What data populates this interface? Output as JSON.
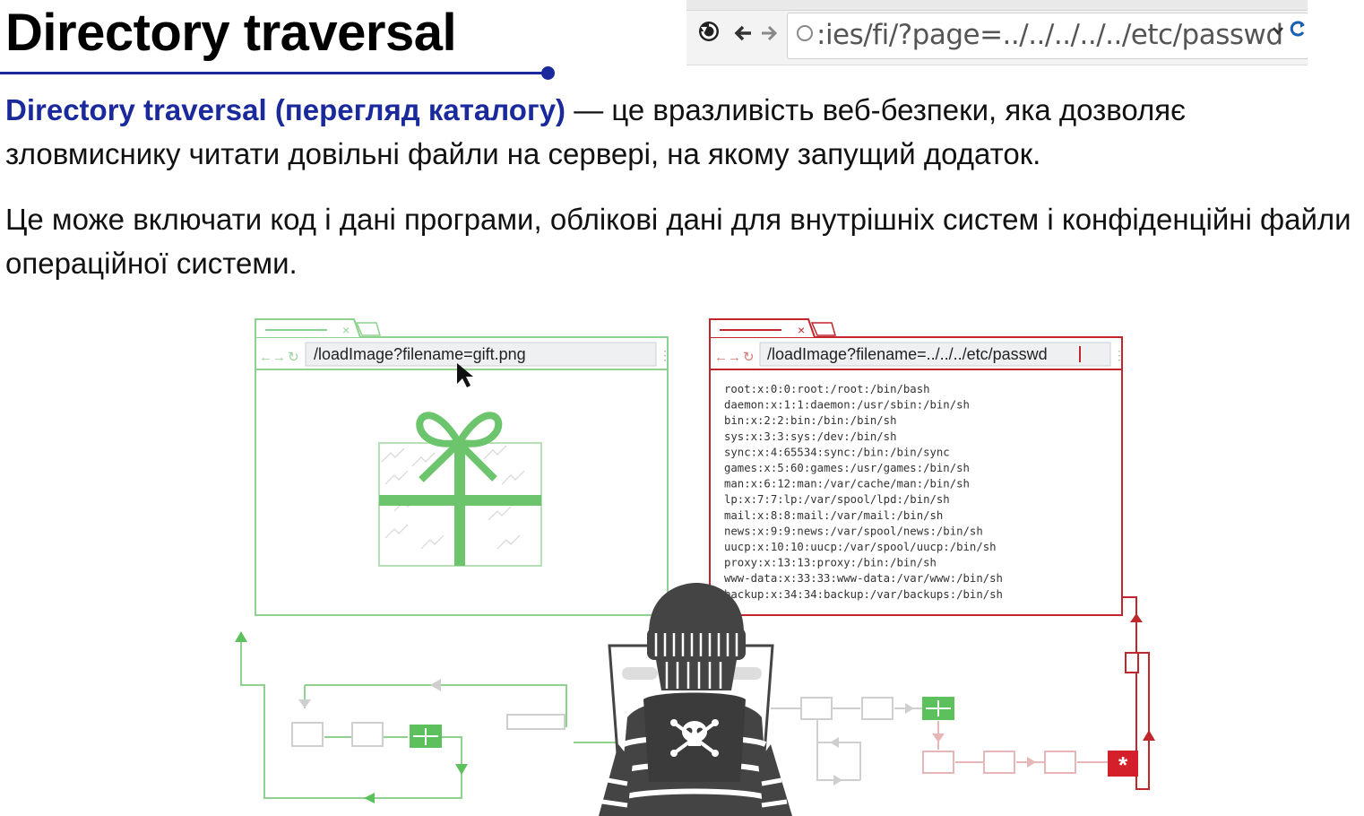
{
  "heading": {
    "title": "Directory traversal"
  },
  "browser_screenshot": {
    "url": ":ies/fi/?page=../../../../../etc/passwd",
    "back_icon": "arrow-left-icon",
    "forward_icon": "arrow-right-icon",
    "reload_icon": "reload-icon"
  },
  "paragraphs": [
    {
      "term": "Directory traversal (перегляд каталогу)",
      "rest": " — це вразливість веб-безпеки, яка дозволяє зловмиснику читати довільні файли на сервері, на якому запущий додаток."
    },
    {
      "text": "Це може включати код і дані програми, облікові дані для внутрішніх систем і конфіденційні файли операційної системи."
    }
  ],
  "illustration": {
    "left_window": {
      "url": "/loadImage?filename=gift.png",
      "color": "#6cc46c"
    },
    "right_window": {
      "url": "/loadImage?filename=../../../etc/passwd",
      "color": "#c0272d",
      "passwd_lines": [
        "root:x:0:0:root:/root:/bin/bash",
        "daemon:x:1:1:daemon:/usr/sbin:/bin/sh",
        "bin:x:2:2:bin:/bin:/bin/sh",
        "sys:x:3:3:sys:/dev:/bin/sh",
        "sync:x:4:65534:sync:/bin:/bin/sync",
        "games:x:5:60:games:/usr/games:/bin/sh",
        "man:x:6:12:man:/var/cache/man:/bin/sh",
        "lp:x:7:7:lp:/var/spool/lpd:/bin/sh",
        "mail:x:8:8:mail:/var/mail:/bin/sh",
        "news:x:9:9:news:/var/spool/news:/bin/sh",
        "uucp:x:10:10:uucp:/var/spool/uucp:/bin/sh",
        "proxy:x:13:13:proxy:/bin:/bin/sh",
        "www-data:x:33:33:www-data:/var/www:/bin/sh",
        "backup:x:34:34:backup:/var/backups:/bin/sh"
      ]
    },
    "icons": [
      "gift-icon",
      "cursor-icon",
      "hacker-icon",
      "skull-icon",
      "asterisk-icon"
    ]
  }
}
